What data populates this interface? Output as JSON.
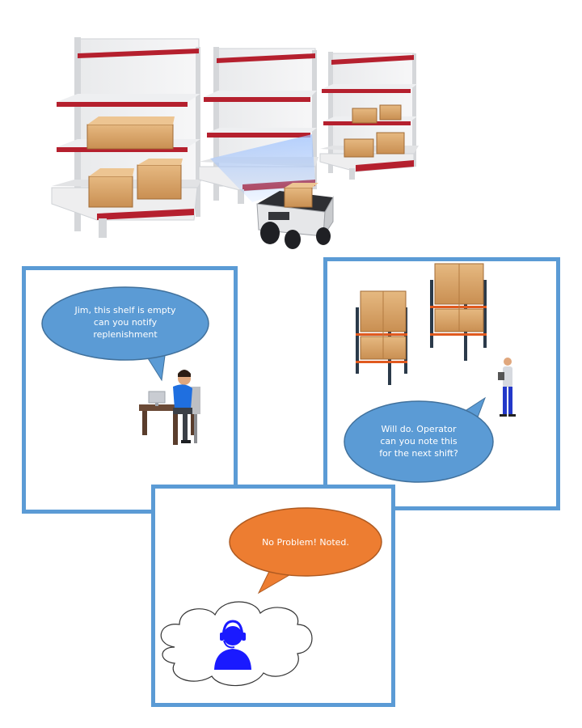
{
  "scene": {
    "top_illustration": "warehouse-shelves-with-robot",
    "colors": {
      "panel_border": "#5b9bd5",
      "blue_bubble": "#5b9bd5",
      "orange_bubble": "#ed7d31",
      "shelf_red": "#b5202e",
      "box": "#d9a66b",
      "operator_blue": "#1a1aff"
    }
  },
  "panels": {
    "left": {
      "speech": [
        "Jim, this shelf is empty",
        "can you notify",
        "replenishment"
      ],
      "icon": "person-at-desk-icon"
    },
    "right": {
      "speech": [
        "Will do. Operator",
        "can you note this",
        "for the next shift?"
      ],
      "icon": "worker-with-clipboard-icon"
    },
    "bottom": {
      "speech": [
        "No Problem! Noted."
      ],
      "icon": "operator-headset-icon"
    }
  }
}
